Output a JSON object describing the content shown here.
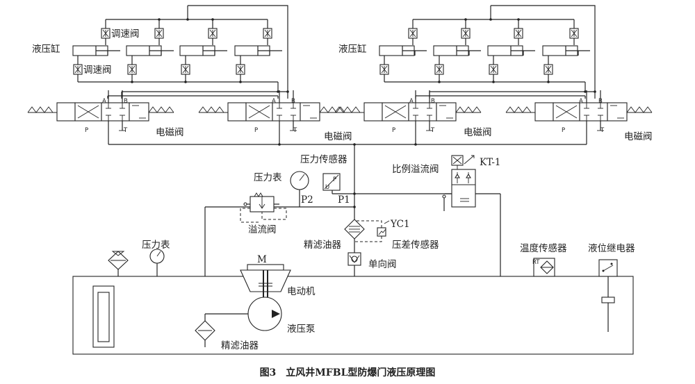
{
  "labels": {
    "cylinder": "液压缸",
    "speed_valve": "调速阀",
    "solenoid_valve": "电磁阀",
    "pressure_sensor": "压力传感器",
    "pressure_gauge": "压力表",
    "proportional_relief_valve": "比例溢流阀",
    "kt1": "KT-1",
    "p2": "P2",
    "p1": "P1",
    "relief_valve": "溢流阀",
    "yc1": "YC1",
    "diff_pressure_sensor": "压差传感器",
    "fine_filter": "精滤油器",
    "check_valve": "单向阀",
    "temperature_sensor": "温度传感器",
    "level_relay": "液位继电器",
    "motor": "电动机",
    "motor_symbol": "M",
    "pump": "液压泵",
    "port_a": "A",
    "port_b": "B",
    "port_p": "P",
    "port_t": "T",
    "sensor_p": "P",
    "sensor_u": "U",
    "rt": "RT"
  },
  "caption": "图3　立风井MFBL型防爆门液压原理图"
}
